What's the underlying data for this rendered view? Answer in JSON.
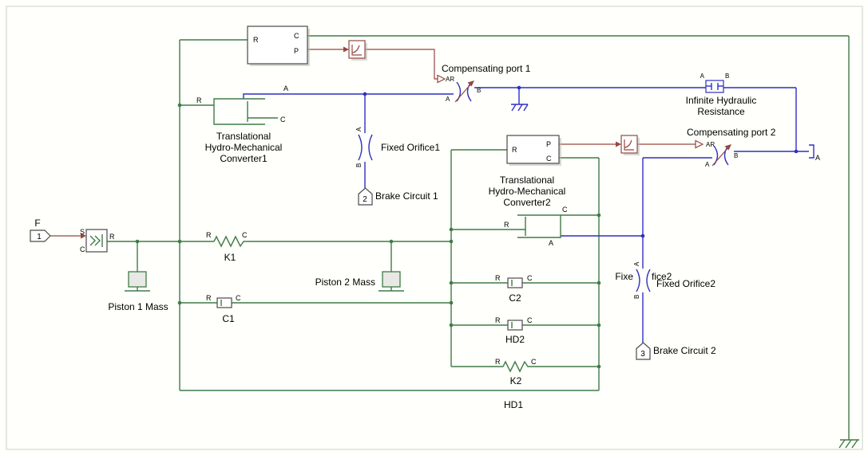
{
  "colors": {
    "mechanical": "#3f7b46",
    "hydraulic": "#2f2fc4",
    "signal": "#95473f",
    "block_border": "#4a4a4a",
    "text": "#000000",
    "canvas": "#fffffb",
    "mass_fill": "#e8e8e4"
  },
  "ports": {
    "R": "R",
    "C": "C",
    "P": "P",
    "A": "A",
    "B": "B",
    "S": "S",
    "AR": "AR"
  },
  "blocks": {
    "source_port": {
      "label": "F",
      "number": "1"
    },
    "brake1_port": {
      "number": "2",
      "label": "Brake Circuit 1"
    },
    "brake2_port": {
      "number": "3",
      "label": "Brake Circuit 2"
    },
    "converter1": {
      "line1": "Translational",
      "line2": "Hydro-Mechanical",
      "line3": "Converter1"
    },
    "converter2": {
      "line1": "Translational",
      "line2": "Hydro-Mechanical",
      "line3": "Converter2"
    },
    "comp_port1": {
      "label": "Compensating port 1"
    },
    "comp_port2": {
      "label": "Compensating port 2"
    },
    "orifice1": {
      "label": "Fixed Orifice1"
    },
    "orifice2": {
      "label": "Fixed Orifice2",
      "fragment_left": "Fixe",
      "fragment_right": "fice2"
    },
    "infinite_resistance": {
      "line1": "Infinite Hydraulic",
      "line2": "Resistance"
    },
    "piston1_mass": {
      "label": "Piston 1 Mass"
    },
    "piston2_mass": {
      "label": "Piston 2 Mass"
    },
    "k1": {
      "label": "K1"
    },
    "c1": {
      "label": "C1"
    },
    "c2": {
      "label": "C2"
    },
    "hd2": {
      "label": "HD2"
    },
    "k2": {
      "label": "K2"
    },
    "hd1": {
      "label": "HD1"
    }
  }
}
